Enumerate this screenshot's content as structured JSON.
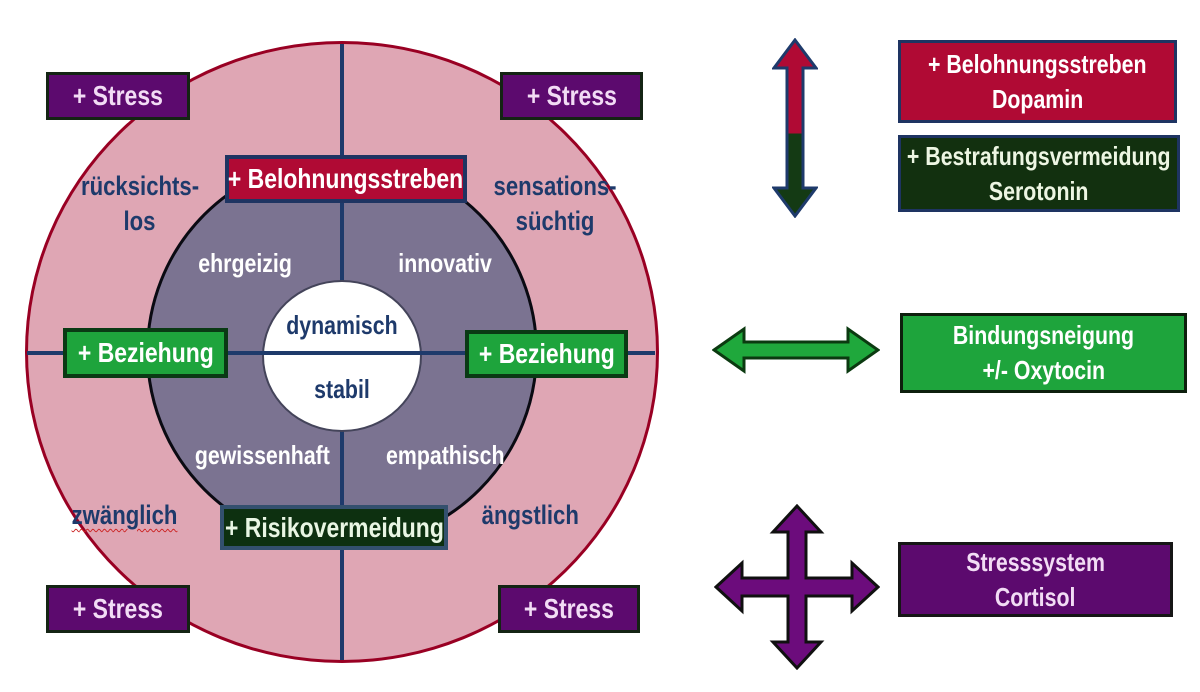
{
  "diagram": {
    "center": {
      "top_label": "dynamisch",
      "bottom_label": "stabil"
    },
    "inner_labels": {
      "top_left": "ehrgeizig",
      "top_right": "innovativ",
      "bottom_left": "gewissenhaft",
      "bottom_right": "empathisch"
    },
    "outer_labels": {
      "top_left_line1": "rücksichts-",
      "top_left_line2": "los",
      "top_right_line1": "sensations-",
      "top_right_line2": "süchtig",
      "bottom_left": "zwänglich",
      "bottom_right": "ängstlich"
    },
    "axis_boxes": {
      "top": "+ Belohnungsstreben",
      "bottom": "+ Risikovermeidung",
      "left": "+ Beziehung",
      "right": "+ Beziehung"
    },
    "stress_boxes": {
      "top_left": "+ Stress",
      "top_right": "+ Stress",
      "bottom_left": "+ Stress",
      "bottom_right": "+ Stress"
    }
  },
  "legend": {
    "reward": {
      "line1": "+ Belohnungsstreben",
      "line2": "Dopamin"
    },
    "punishment": {
      "line1": "+ Bestrafungsvermeidung",
      "line2": "Serotonin"
    },
    "bonding": {
      "line1": "Bindungsneigung",
      "line2": "+/- Oxytocin"
    },
    "stress": {
      "line1": "Stresssystem",
      "line2": "Cortisol"
    }
  },
  "icons": {
    "vertical_double_arrow": "red-green vertical double arrow",
    "horizontal_double_arrow": "green horizontal double arrow",
    "cross_double_arrow": "purple four-way arrow"
  },
  "colors": {
    "outer_ring_fill": "#dfa6b4",
    "outer_ring_border": "#990023",
    "inner_circle_fill": "#7b7391",
    "axis_navy": "#1e3a6b",
    "red": "#b00a34",
    "green": "#1ea43c",
    "dark_green": "#12300f",
    "purple": "#5c0a6e",
    "risk_box_border": "#33506e"
  }
}
